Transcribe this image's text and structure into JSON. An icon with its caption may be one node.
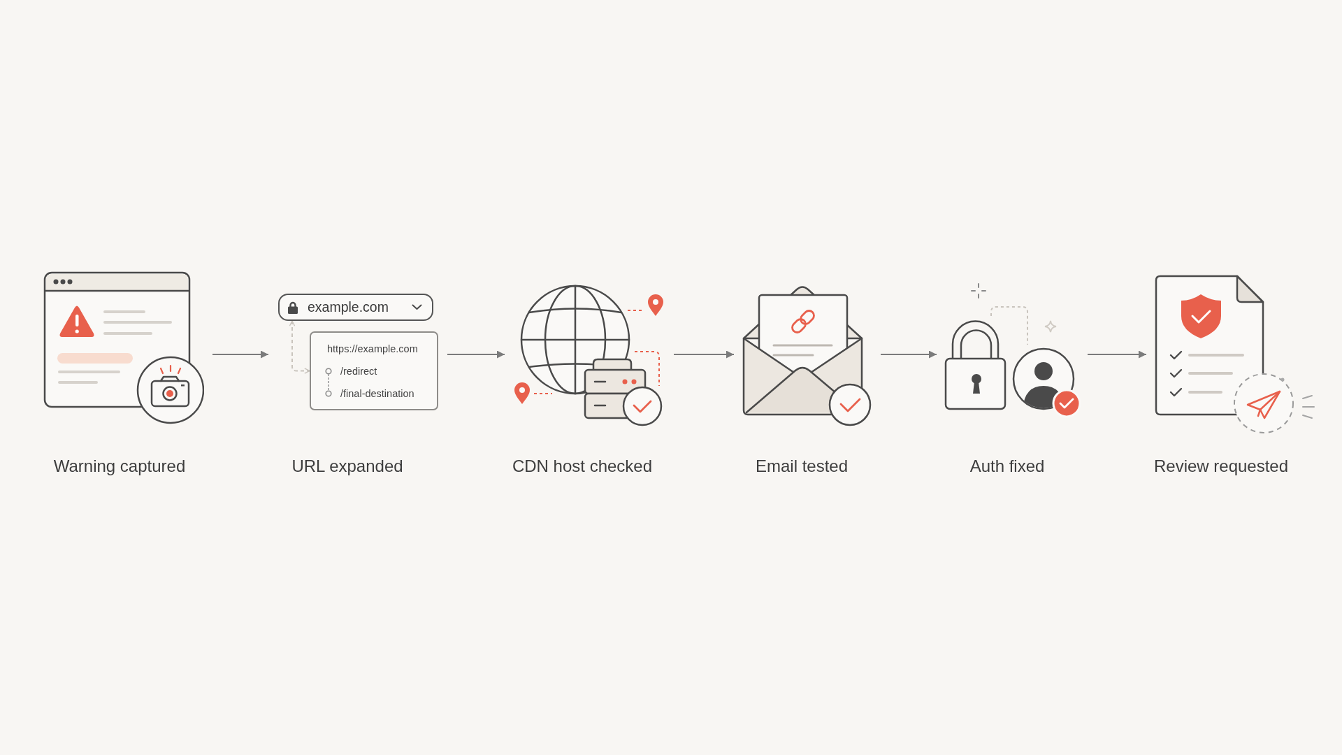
{
  "diagram": {
    "nodes": [
      {
        "text": [],
        "shape": "picture",
        "beside": [
          "Warning captured"
        ]
      },
      {
        "text": [],
        "shape": "picture",
        "beside": [
          "URL expanded"
        ]
      },
      {
        "text": [
          "example.com"
        ],
        "in": 1
      },
      {
        "text": [
          "https://example.com",
          "/redirect",
          "/final-destination"
        ],
        "in": 1
      },
      {
        "text": [],
        "shape": "picture",
        "beside": [
          "CDN host checked"
        ]
      },
      {
        "text": [],
        "shape": "picture",
        "beside": [
          "Email tested"
        ]
      },
      {
        "text": [],
        "shape": "picture",
        "beside": [
          "Auth fixed"
        ]
      },
      {
        "text": [],
        "shape": "picture",
        "beside": [
          "Review requested"
        ]
      }
    ],
    "edges": [
      {
        "from": 0,
        "to": 1,
        "arrow": "to"
      },
      {
        "from": 2,
        "to": 3,
        "arrow": "both",
        "style": "dashed",
        "color": "#c9c4bd"
      },
      {
        "from": 1,
        "to": 4,
        "arrow": "to"
      },
      {
        "from": 4,
        "to": 5,
        "arrow": "to"
      },
      {
        "from": 5,
        "to": 6,
        "arrow": "to"
      },
      {
        "from": 6,
        "to": 7,
        "arrow": "to"
      }
    ]
  }
}
